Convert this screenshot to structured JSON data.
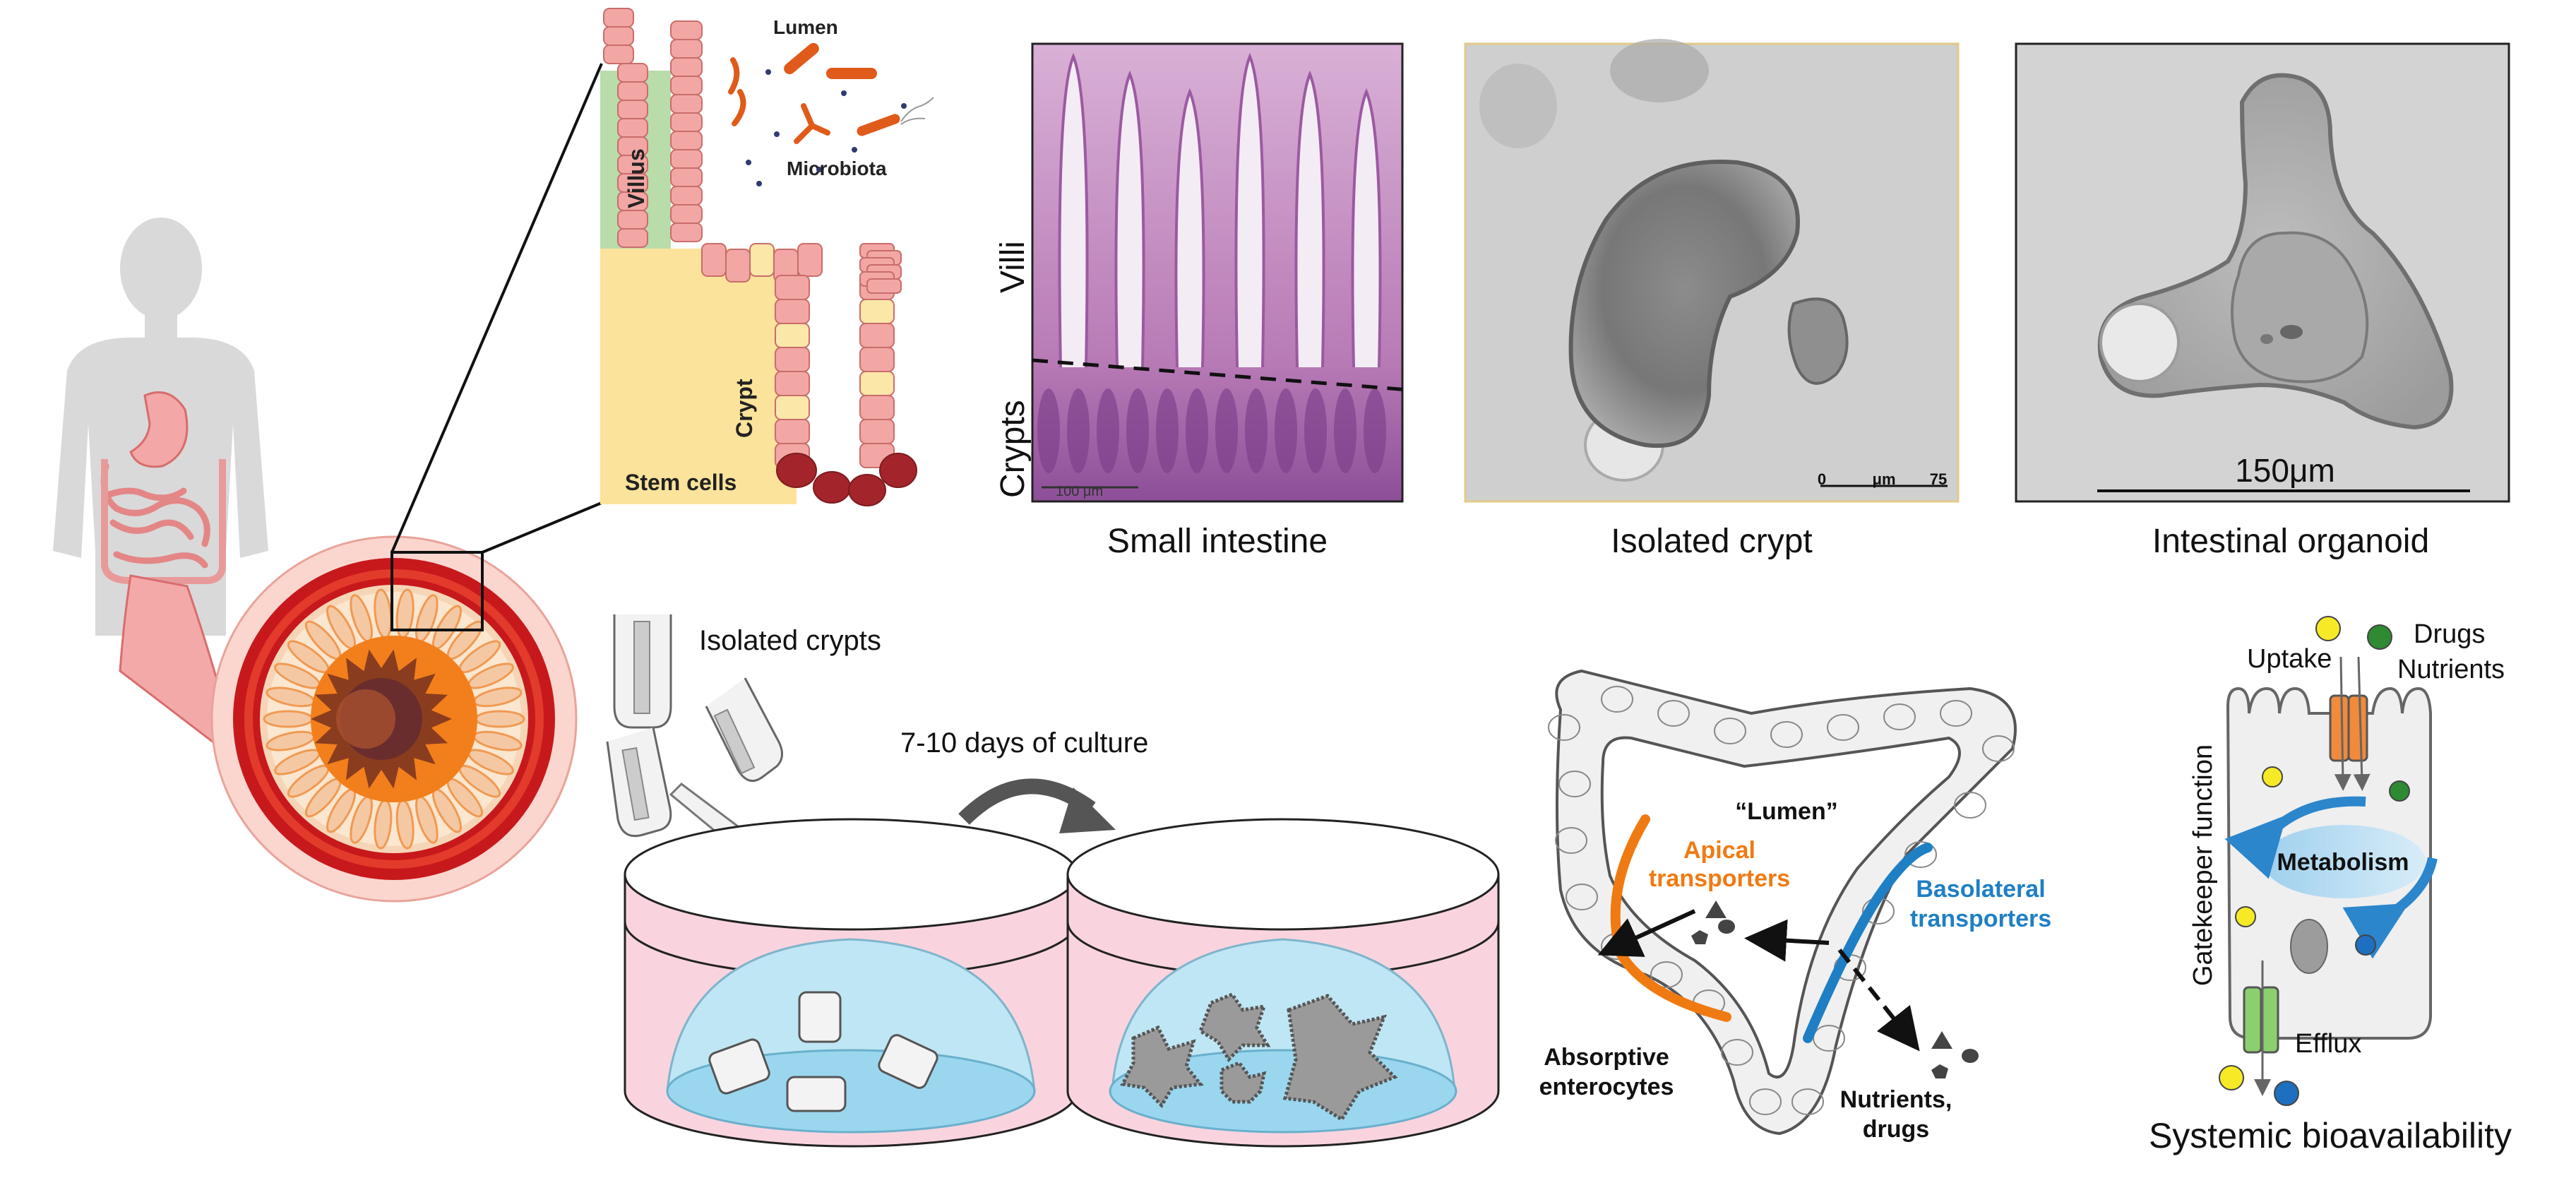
{
  "labels": {
    "lumen": "Lumen",
    "microbiota": "Microbiota",
    "villus": "Villus",
    "crypt": "Crypt",
    "stem_cells": "Stem cells",
    "villi": "Villi",
    "crypts": "Crypts",
    "scale_histology": "100 μm",
    "small_intestine": "Small intestine",
    "scale_crypt_0": "0",
    "scale_crypt_unit": "μm",
    "scale_crypt_75": "75",
    "isolated_crypt": "Isolated crypt",
    "scale_organoid": "150μm",
    "intestinal_organoid": "Intestinal organoid",
    "isolated_crypts": "Isolated crypts",
    "culture": "7-10 days of culture",
    "lumen_quoted": "“Lumen”",
    "apical_1": "Apical",
    "apical_2": "transporters",
    "basolateral_1": "Basolateral",
    "basolateral_2": "transporters",
    "absorptive_1": "Absorptive",
    "absorptive_2": "enterocytes",
    "nutrients_1": "Nutrients,",
    "nutrients_2": "drugs",
    "drugs": "Drugs",
    "nutrients": "Nutrients",
    "uptake": "Uptake",
    "metabolism": "Metabolism",
    "gatekeeper": "Gatekeeper function",
    "efflux": "Efflux",
    "systemic": "Systemic bioavailability"
  },
  "colors": {
    "epithelium": "#f2a7a5",
    "villus_zone": "#b9dcaa",
    "crypt_zone": "#fbe39b",
    "stem_cell": "#a3252b",
    "bacteria": "#e05a1a",
    "histology": "#c990c6",
    "micro_bg": "#c8c8c8",
    "dish_pink": "#f9d4de",
    "matrigel": "#bfe6f4",
    "apical": "#f07a12",
    "basolateral": "#1f7fc4",
    "transporter_orange": "#f08a3c",
    "transporter_green": "#8ccf6e",
    "metabolism": "#a7d4f0",
    "yellow_dot": "#f6ea27",
    "green_dot": "#2e8a33",
    "blue_dot": "#1f6fc0"
  }
}
